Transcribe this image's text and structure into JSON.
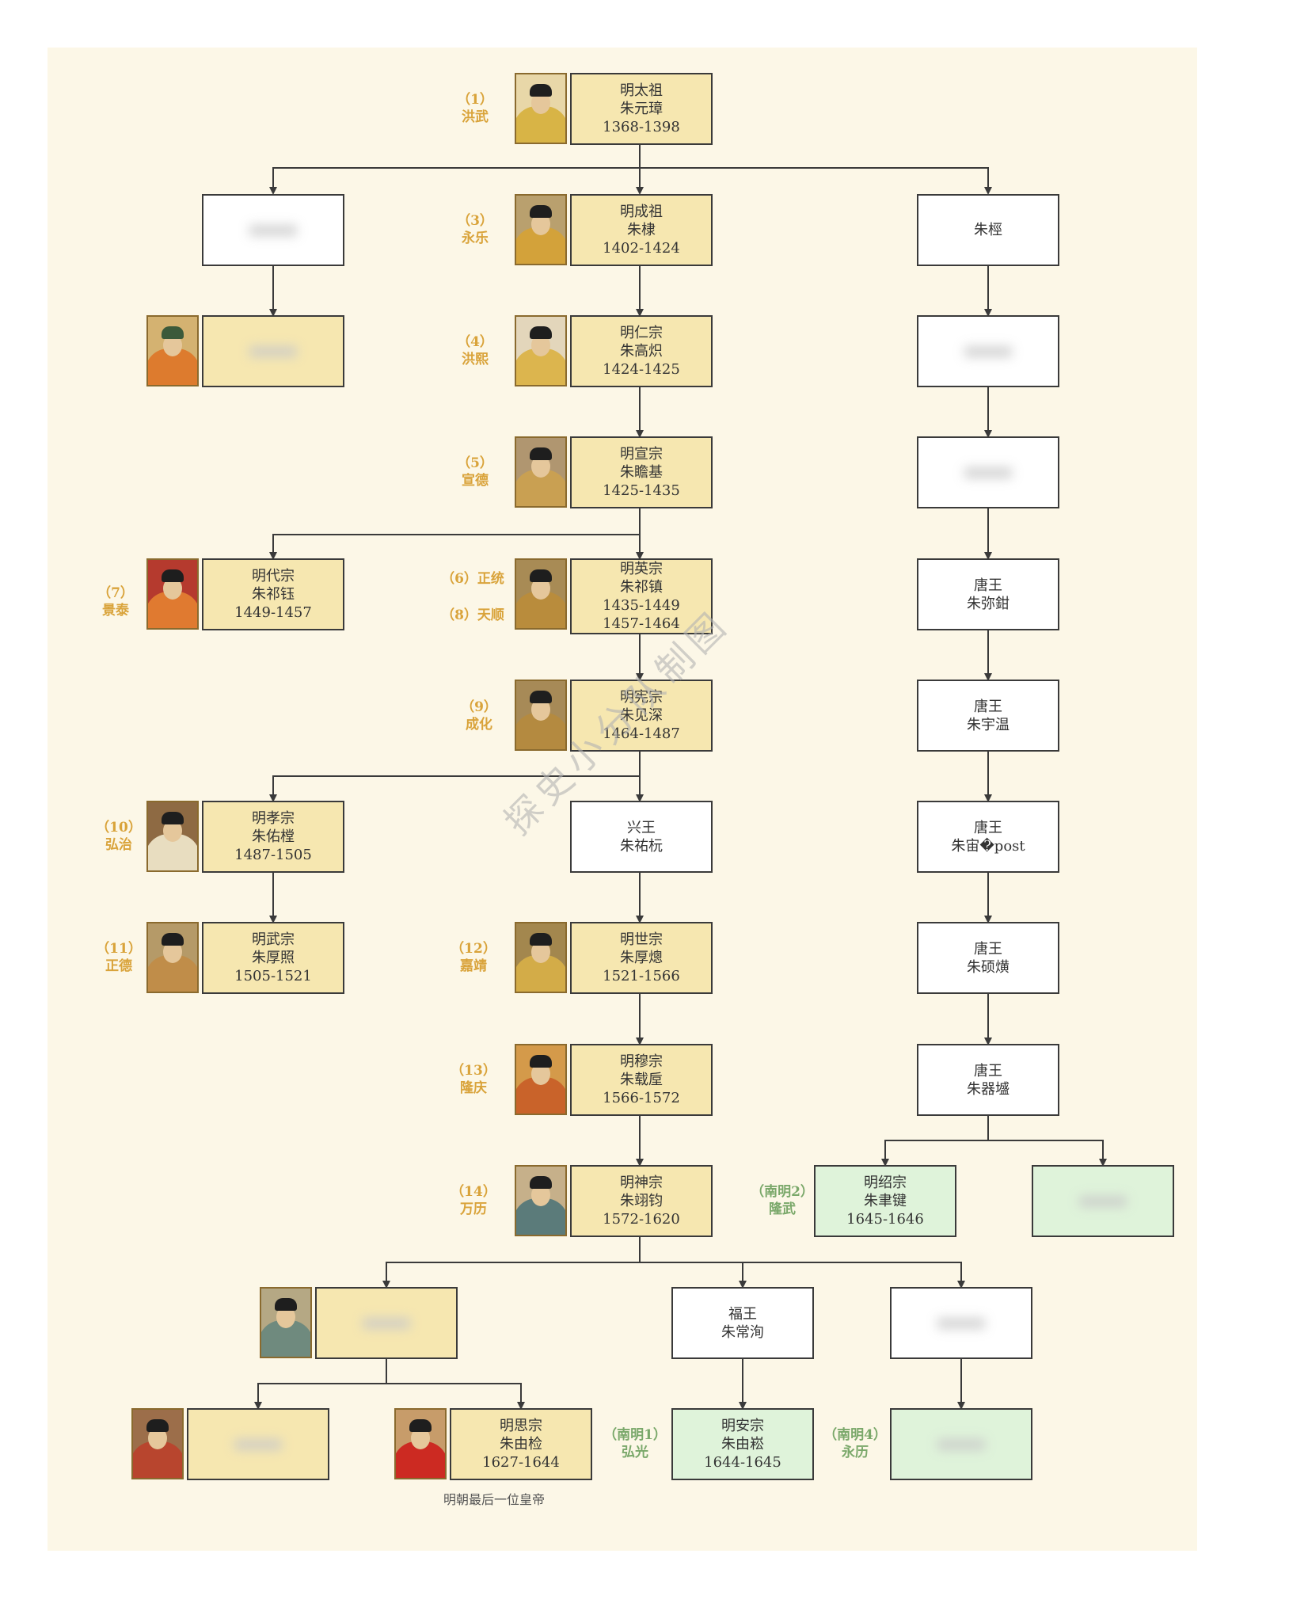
{
  "nodes": {
    "taizu": {
      "l1": "明太祖",
      "l2": "朱元璋",
      "l3": "1368-1398"
    },
    "chengzu": {
      "l1": "明成祖",
      "l2": "朱棣",
      "l3": "1402-1424"
    },
    "renzong": {
      "l1": "明仁宗",
      "l2": "朱高炽",
      "l3": "1424-1425"
    },
    "xuanzong": {
      "l1": "明宣宗",
      "l2": "朱瞻基",
      "l3": "1425-1435"
    },
    "daizong": {
      "l1": "明代宗",
      "l2": "朱祁钰",
      "l3": "1449-1457"
    },
    "yingzong": {
      "l1": "明英宗",
      "l2": "朱祁镇",
      "l3": "1435-1449",
      "l4": "1457-1464"
    },
    "xianzong": {
      "l1": "明宪宗",
      "l2": "朱见深",
      "l3": "1464-1487"
    },
    "xiaozong": {
      "l1": "明孝宗",
      "l2": "朱佑樘",
      "l3": "1487-1505"
    },
    "xingwang": {
      "l1": "兴王",
      "l2": "朱祐杬"
    },
    "wuzong": {
      "l1": "明武宗",
      "l2": "朱厚照",
      "l3": "1505-1521"
    },
    "shizong": {
      "l1": "明世宗",
      "l2": "朱厚熜",
      "l3": "1521-1566"
    },
    "muzong": {
      "l1": "明穆宗",
      "l2": "朱载垕",
      "l3": "1566-1572"
    },
    "shenzong": {
      "l1": "明神宗",
      "l2": "朱翊钧",
      "l3": "1572-1620"
    },
    "fuwang": {
      "l1": "福王",
      "l2": "朱常洵"
    },
    "sizong": {
      "l1": "明思宗",
      "l2": "朱由检",
      "l3": "1627-1644"
    },
    "anzong": {
      "l1": "明安宗",
      "l2": "朱由崧",
      "l3": "1644-1645"
    },
    "shaozong": {
      "l1": "明绍宗",
      "l2": "朱聿键",
      "l3": "1645-1646"
    },
    "tang_zhu": {
      "l1": "朱桱"
    },
    "tang1": {
      "l1": "唐王",
      "l2": "朱弥鉗"
    },
    "tang2": {
      "l1": "唐王",
      "l2": "朱宇温"
    },
    "tang3": {
      "l1": "唐王",
      "l2": "朱宙�post"
    },
    "tang4": {
      "l1": "唐王",
      "l2": "朱硕熿"
    },
    "tang5": {
      "l1": "唐王",
      "l2": "朱器墭"
    }
  },
  "labels": {
    "hongwu": {
      "num": "（1）",
      "name": "洪武"
    },
    "yongle": {
      "num": "（3）",
      "name": "永乐"
    },
    "hongxi": {
      "num": "（4）",
      "name": "洪熙"
    },
    "xuande": {
      "num": "（5）",
      "name": "宣德"
    },
    "jingtai": {
      "num": "（7）",
      "name": "景泰"
    },
    "zhengtong": {
      "text": "（6）正统"
    },
    "tianshun": {
      "text": "（8）天顺"
    },
    "chenghua": {
      "num": "（9）",
      "name": "成化"
    },
    "hongzhi": {
      "num": "（10）",
      "name": "弘治"
    },
    "zhengde": {
      "num": "（11）",
      "name": "正德"
    },
    "jiajing": {
      "num": "（12）",
      "name": "嘉靖"
    },
    "longqing": {
      "num": "（13）",
      "name": "隆庆"
    },
    "wanli": {
      "num": "（14）",
      "name": "万历"
    },
    "longwu": {
      "num": "（南明2）",
      "name": "隆武"
    },
    "hongguang": {
      "num": "（南明1）",
      "name": "弘光"
    },
    "yongli": {
      "num": "（南明4）",
      "name": "永历"
    }
  },
  "watermark": "探史小分队制图",
  "note": "明朝最后一位皇帝",
  "colors": {
    "emperor": "#f6e7b0",
    "prince": "#ffffff",
    "southern_ming": "#dff3da",
    "reign_label": "#d9a33a",
    "southern_label": "#7aa86a"
  }
}
